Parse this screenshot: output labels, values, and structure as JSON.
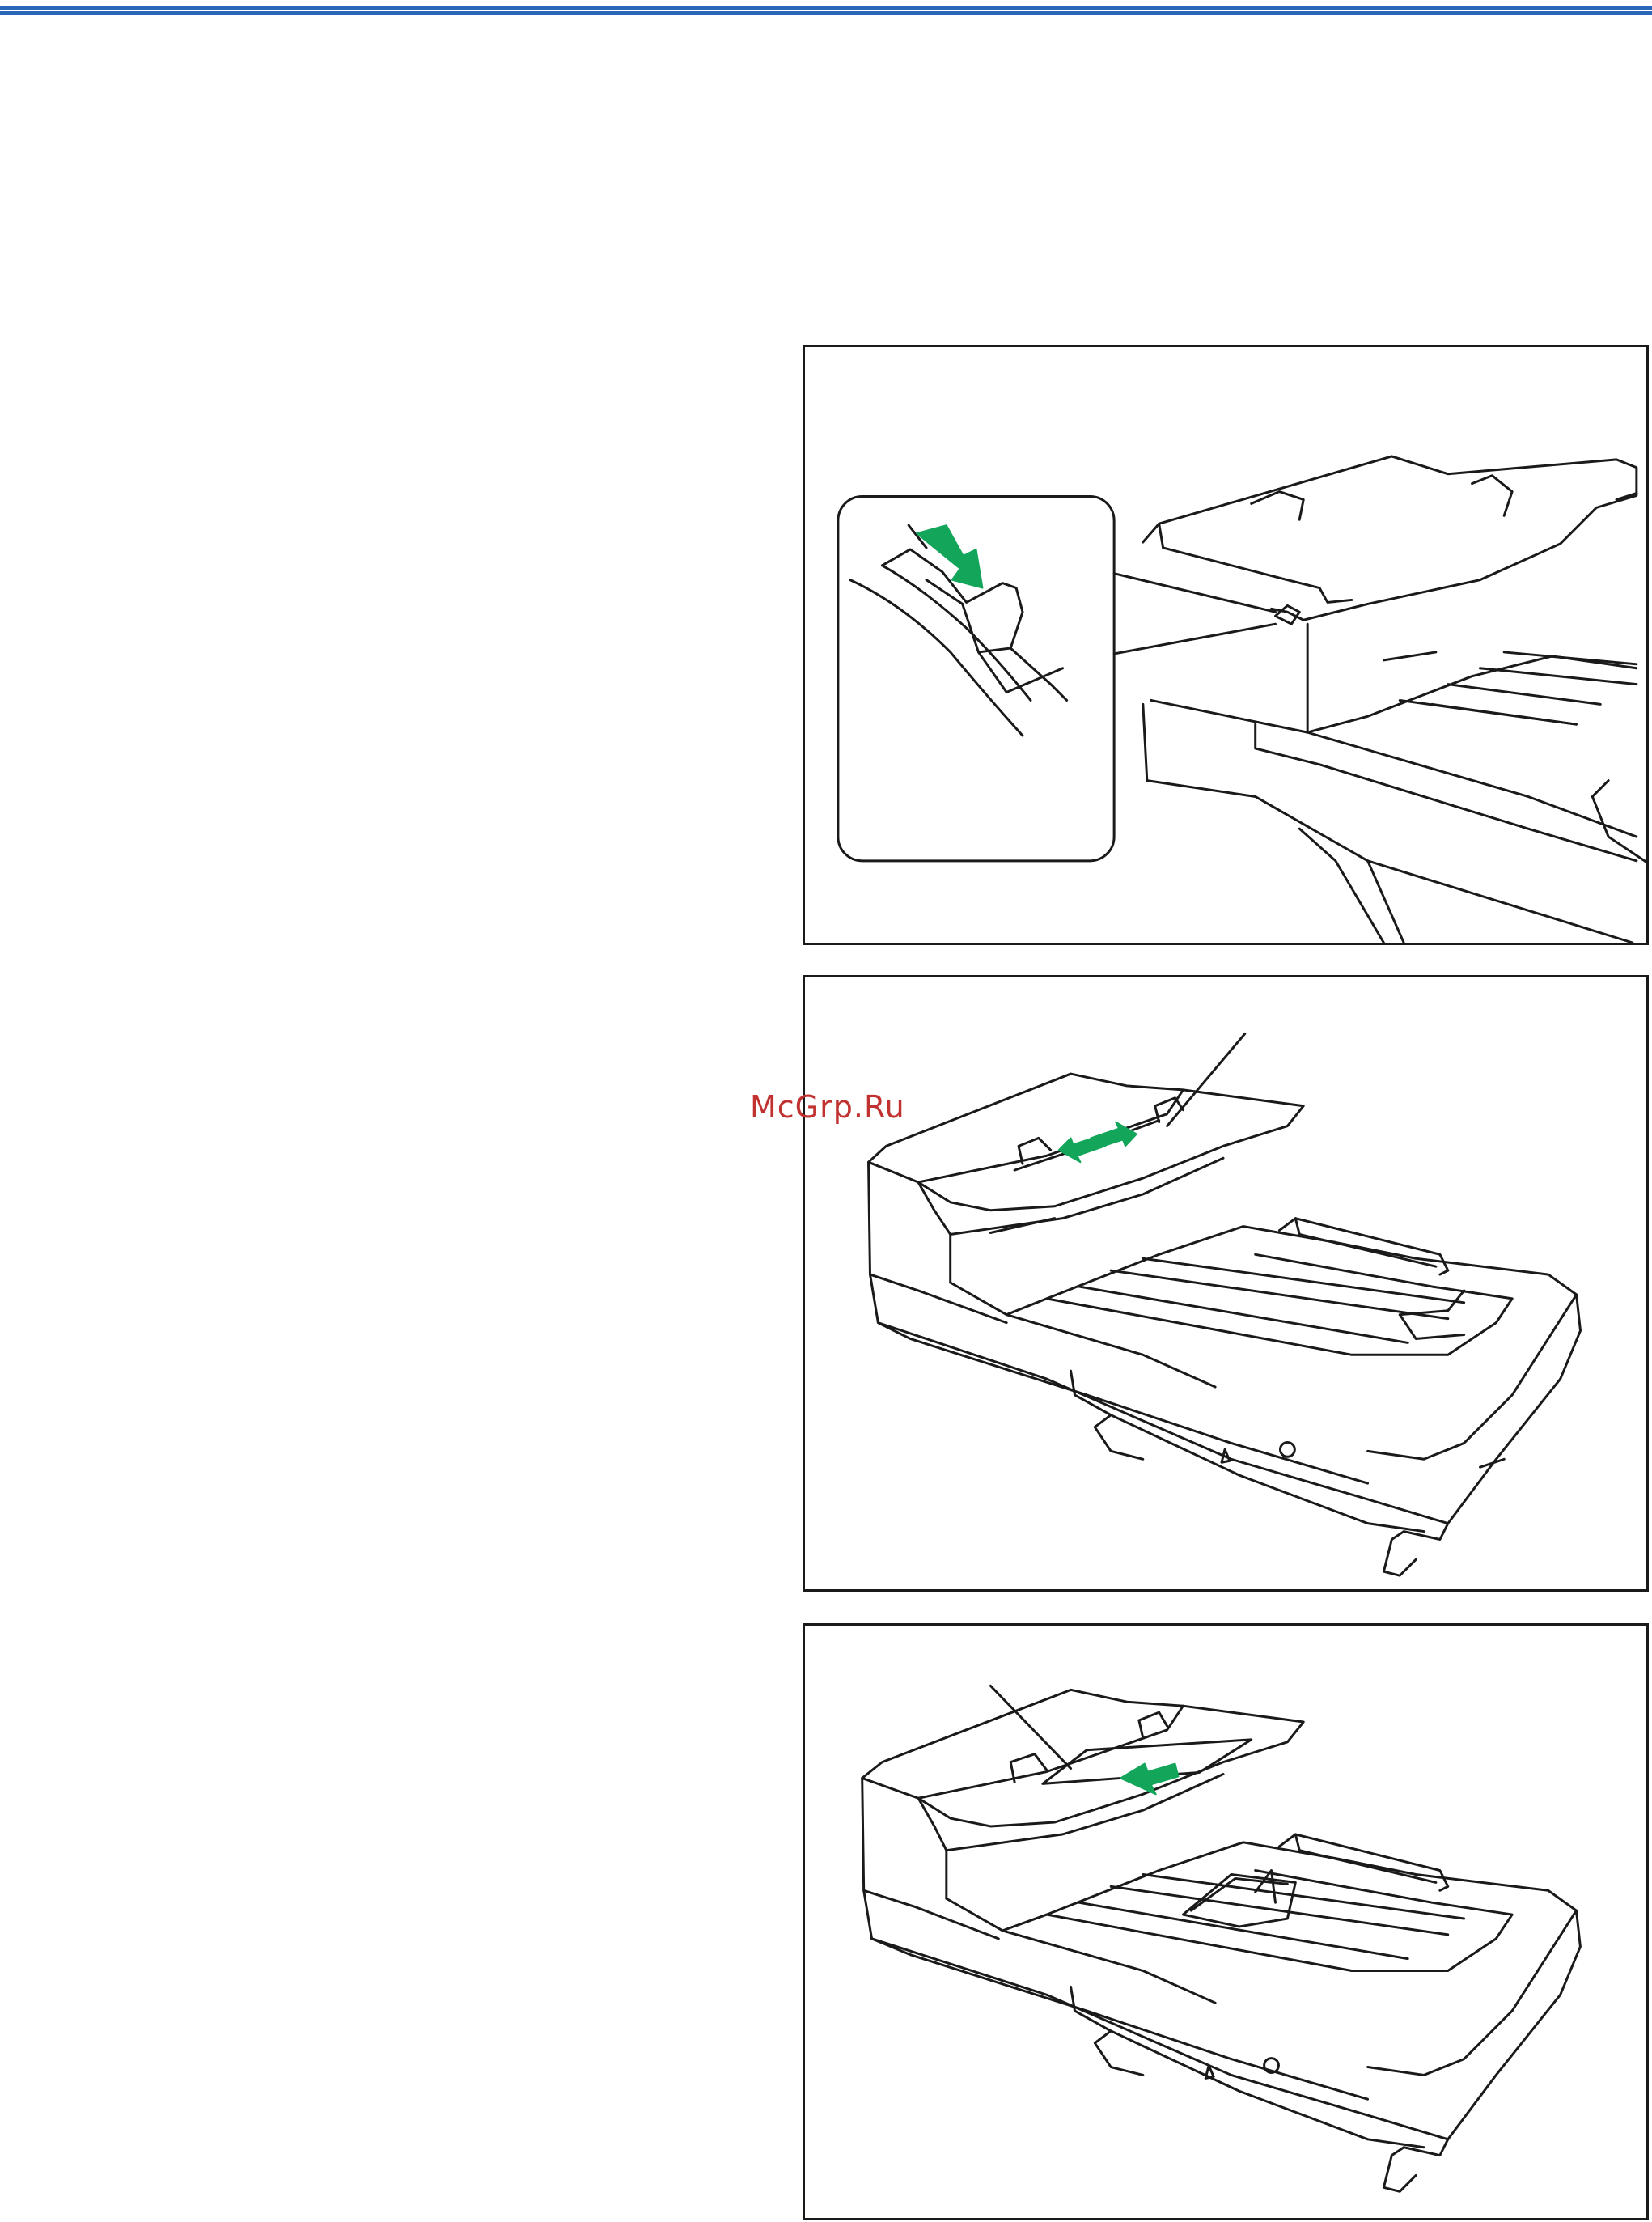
{
  "page": {
    "accent_color": "#2a66b8",
    "arrow_color": "#13a65b",
    "line_color": "#1a1a1a"
  },
  "watermark": {
    "text": "McGrp.Ru",
    "color": "#c0312f"
  },
  "figures": [
    {
      "id": "fig1",
      "icon": "scanner-feed-guide-release-lever-closeup"
    },
    {
      "id": "fig2",
      "icon": "scanner-feeder-document-guides-adjust"
    },
    {
      "id": "fig3",
      "icon": "scanner-insert-document-into-feeder"
    }
  ]
}
